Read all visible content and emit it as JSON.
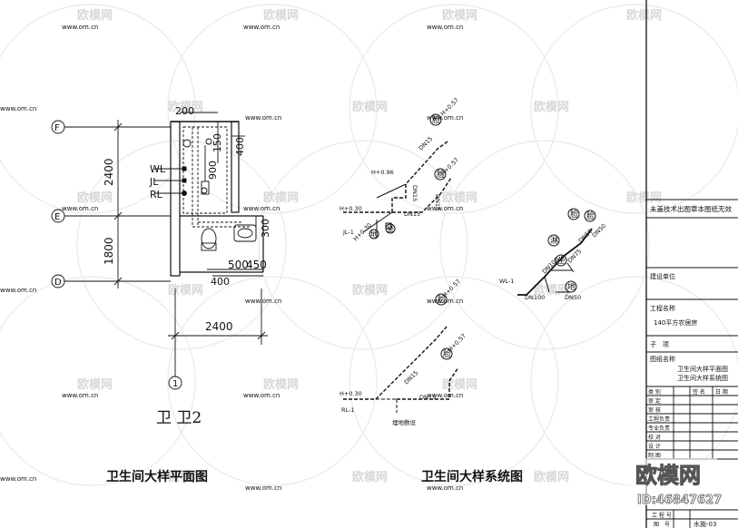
{
  "watermark": {
    "brand": "欧模网",
    "url": "www.om.cn",
    "corner_brand": "欧模网",
    "corner_id": "ID:46847627"
  },
  "plan": {
    "title": "卫生间大样平面图",
    "axes": {
      "f": "F",
      "e": "E",
      "d": "D",
      "one": "1"
    },
    "dims": {
      "v_2400": "2400",
      "v_1800": "1800",
      "h_2400": "2400",
      "d_200": "200",
      "d_150": "150",
      "d_400_top": "400",
      "d_900": "900",
      "d_300": "300",
      "d_500": "500",
      "d_450": "450",
      "d_400_bottom": "400"
    },
    "risers": {
      "wl": "WL",
      "jl": "JL",
      "rl": "RL"
    },
    "handwriting": "卫 卫2"
  },
  "system": {
    "title": "卫生间大样系统图",
    "labels": {
      "h096": "H+0.96",
      "h030_top": "H+0.30",
      "h030_bot": "H+0.30",
      "jl1": "JL-1",
      "rl1": "RL-1",
      "wl1": "WL-1",
      "h057": "H+0.57",
      "dn15": "DN15",
      "dn50": "DN50",
      "dn75": "DN75",
      "dn100": "DN100",
      "floor_note": "埋地敷设",
      "fixture_basin": "脸",
      "fixture_shower": "淋",
      "fixture_toilet": "坐",
      "fixture_drain": "地"
    }
  },
  "title_block": {
    "notice": "未盖技术出图章本图纸无效",
    "client_label": "建设单位",
    "project_label": "工程名称",
    "project_name": "140平方农居房",
    "subitem_label": "子　项",
    "drawing_label": "图纸名称",
    "drawing_name_1": "卫生间大样平面图",
    "drawing_name_2": "卫生间大样系统图",
    "sign_headers": [
      "类 别",
      "签 名",
      "日 期"
    ],
    "roles": [
      "审  定",
      "审  核",
      "工程负责",
      "专业负责",
      "校  对",
      "设  计",
      "制  图"
    ],
    "project_no_label": "工 程 号",
    "sheet_no_label": "图　号",
    "sheet_no": "水施-03"
  }
}
